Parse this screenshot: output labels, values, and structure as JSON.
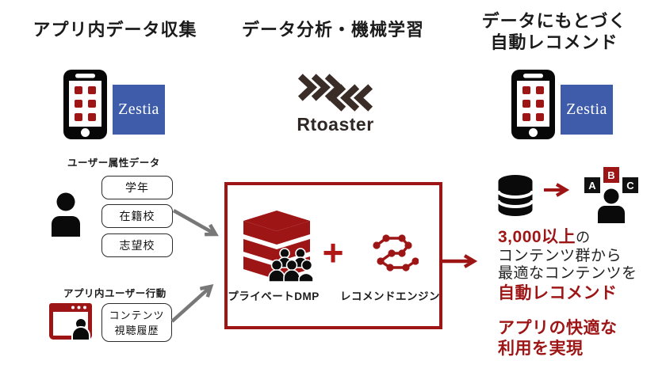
{
  "headers": {
    "left": "アプリ内データ収集",
    "center": "データ分析・機械学習",
    "right_line1": "データにもとづく",
    "right_line2": "自動レコメンド"
  },
  "logos": {
    "zestia": "Zestia",
    "rtoaster": "Rtoaster"
  },
  "collection": {
    "attributes_title": "ユーザー属性データ",
    "attributes": [
      "学年",
      "在籍校",
      "志望校"
    ],
    "behavior_title": "アプリ内ユーザー行動",
    "behavior_line1": "コンテンツ",
    "behavior_line2": "視聴履歴"
  },
  "analysis": {
    "dmp_label": "プライベートDMP",
    "plus_sign": "+",
    "engine_label": "レコメンドエンジン"
  },
  "recommend": {
    "badges": [
      "A",
      "B",
      "C"
    ],
    "highlight_count": "3,000以上",
    "count_suffix": "の",
    "line2": "コンテンツ群から",
    "line3": "最適なコンテンツを",
    "line4": "自動レコメンド",
    "benefit_line1": "アプリの快適な",
    "benefit_line2": "利用を実現"
  },
  "colors": {
    "accent_red": "#9e1515",
    "zestia_blue": "#3e5caa",
    "rtoaster_dark": "#3a2d28",
    "arrow_gray": "#787878"
  }
}
